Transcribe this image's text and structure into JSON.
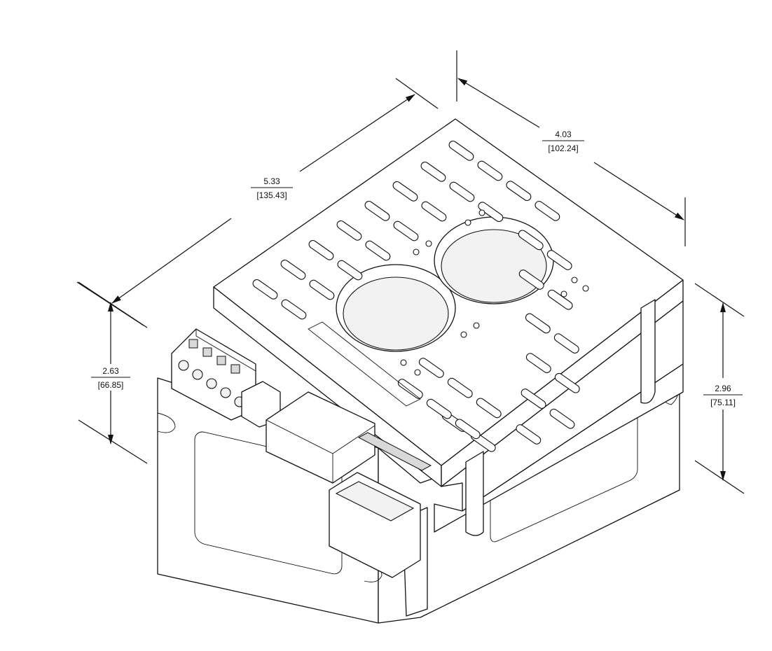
{
  "dimensions": {
    "length": {
      "value": "5.33",
      "metric": "[135.43]"
    },
    "width": {
      "value": "4.03",
      "metric": "[102.24]"
    },
    "front_height": {
      "value": "2.63",
      "metric": "[66.85]"
    },
    "side_height": {
      "value": "2.96",
      "metric": "[75.11]"
    }
  }
}
